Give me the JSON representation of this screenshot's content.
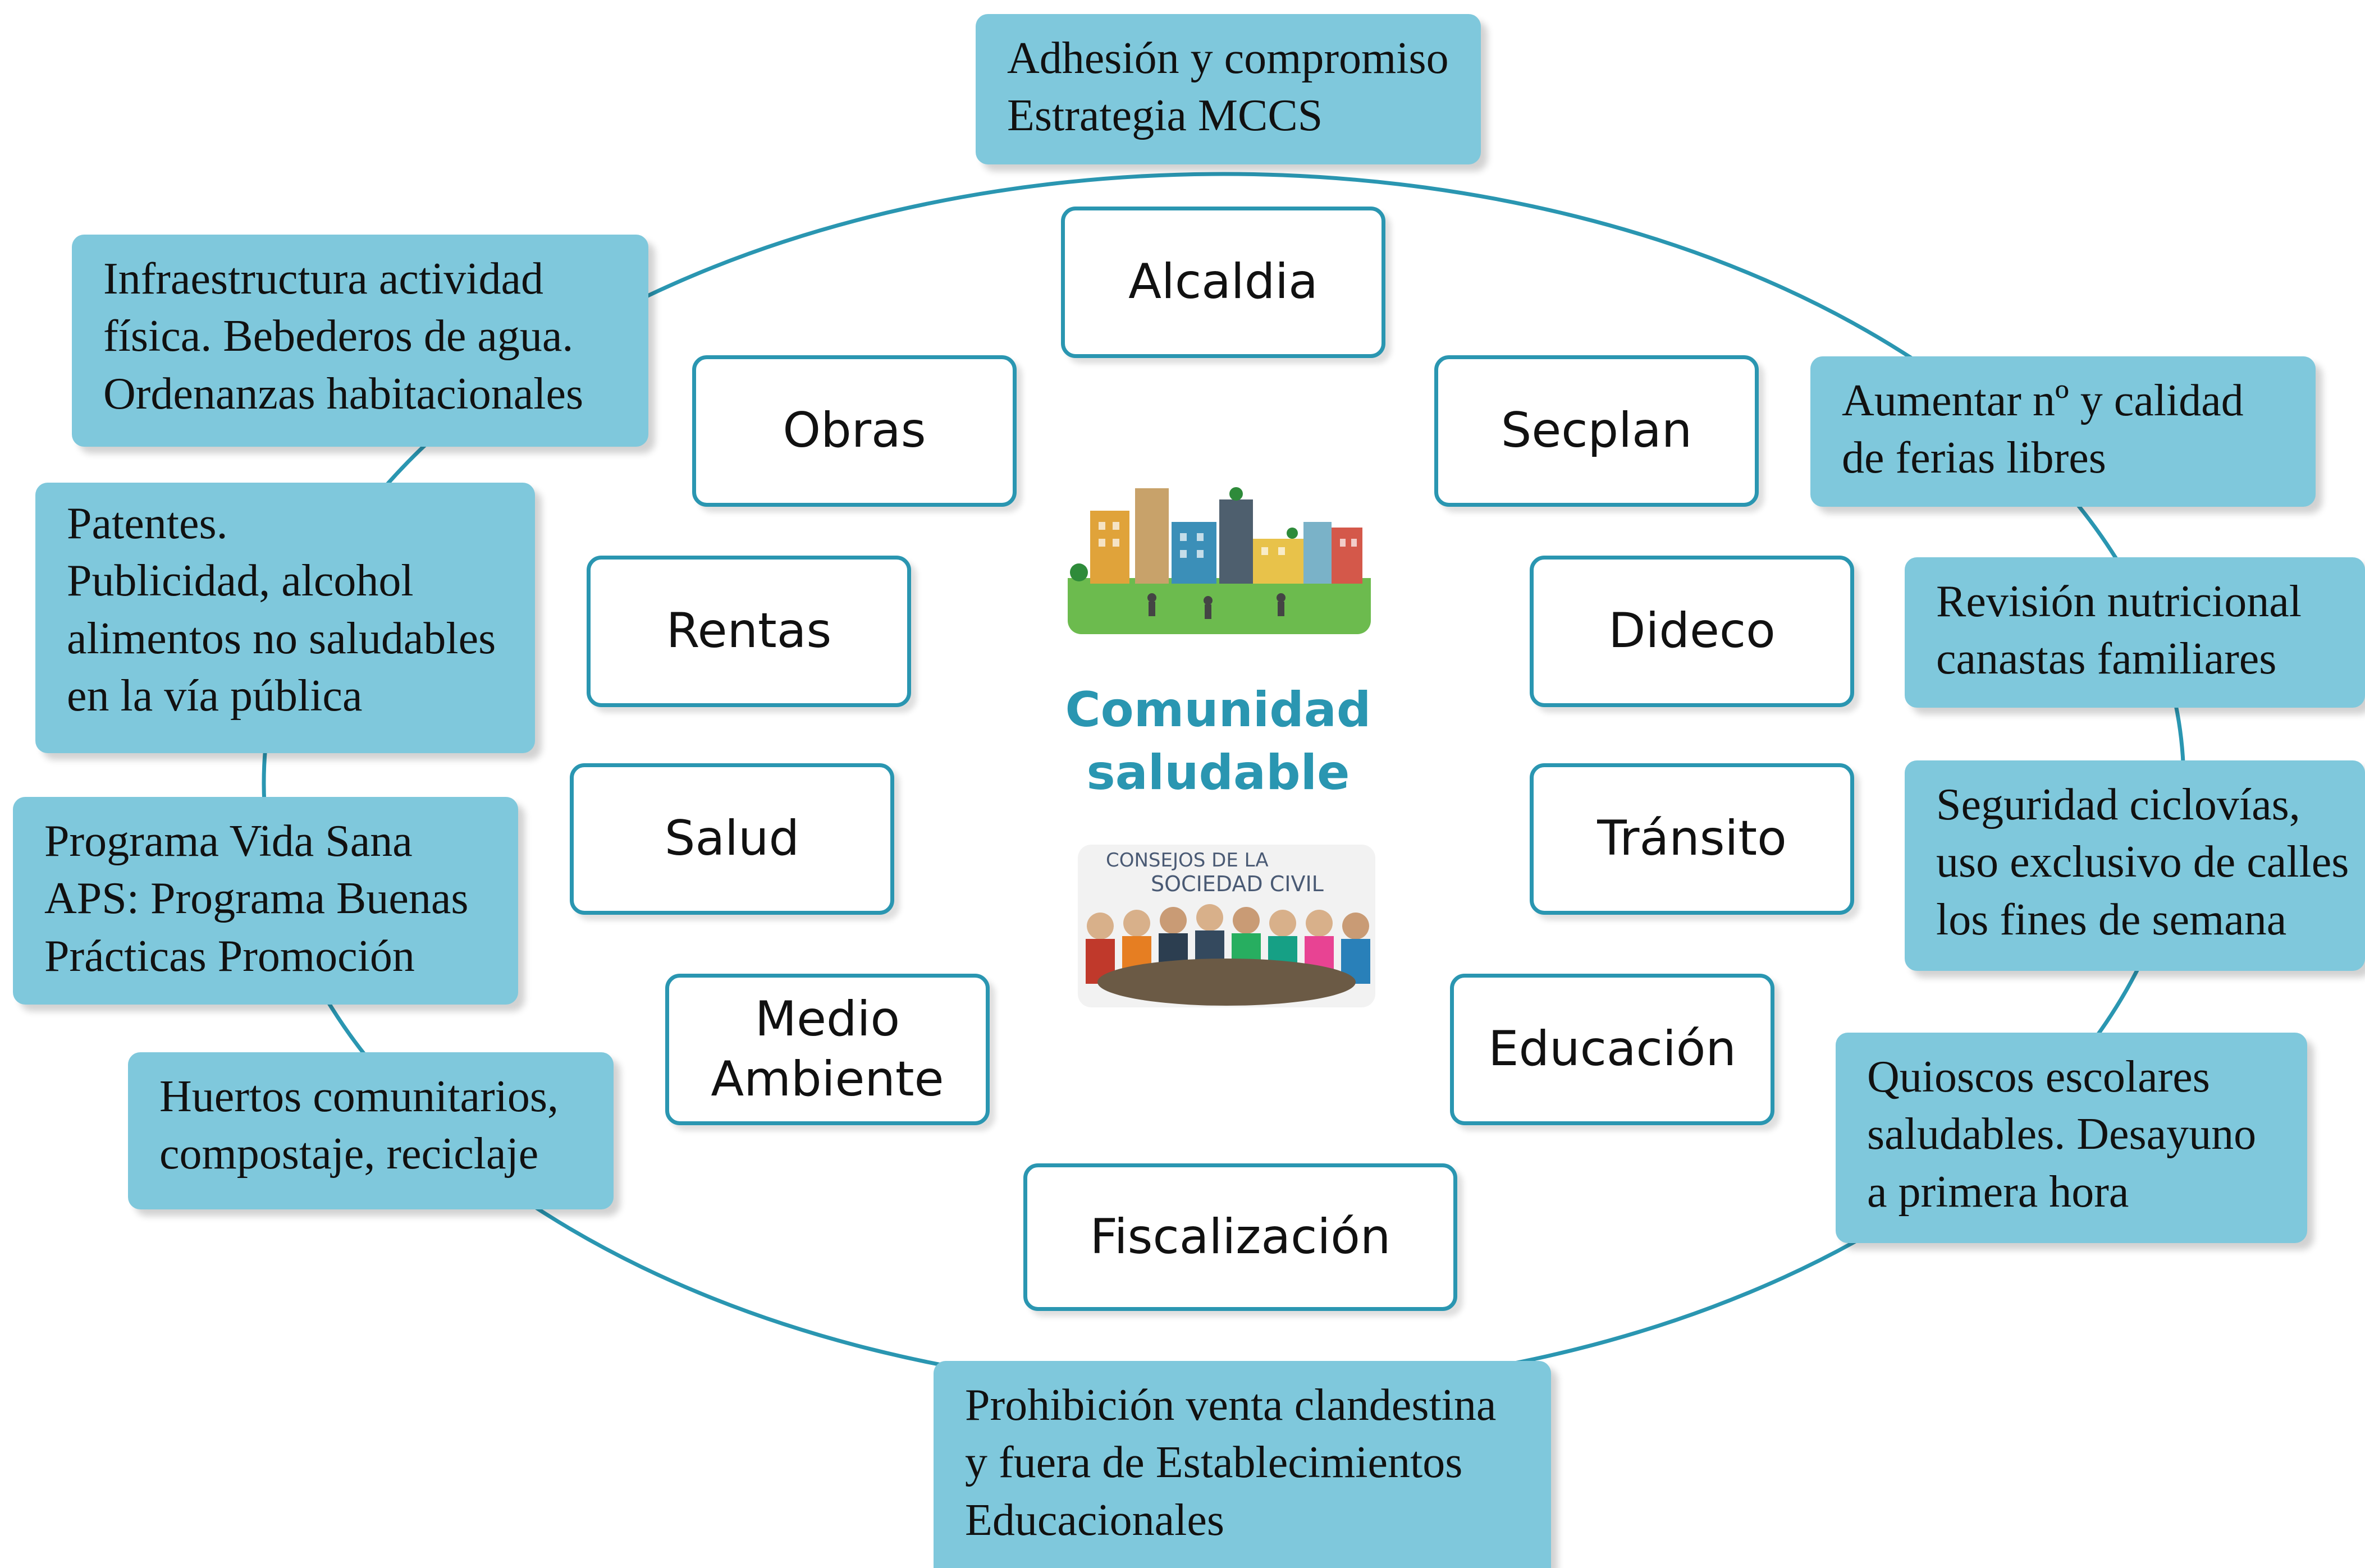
{
  "center": {
    "title_line1": "Comunidad",
    "title_line2": "saludable"
  },
  "council_logo": {
    "line1": "CONSEJOS DE LA",
    "line2": "SOCIEDAD CIVIL"
  },
  "nodes": {
    "alcaldia": "Alcaldia",
    "secplan": "Secplan",
    "dideco": "Dideco",
    "transito": "Tránsito",
    "educacion": "Educación",
    "fiscalizacion": "Fiscalización",
    "medio_ambiente_1": "Medio",
    "medio_ambiente_2": "Ambiente",
    "salud": "Salud",
    "rentas": "Rentas",
    "obras": "Obras"
  },
  "notes": {
    "alcaldia": [
      "Adhesión y compromiso",
      "Estrategia MCCS"
    ],
    "secplan": [
      "Aumentar nº y calidad",
      "de ferias libres"
    ],
    "dideco": [
      "Revisión nutricional",
      "canastas familiares"
    ],
    "transito": [
      "Seguridad ciclovías,",
      "uso exclusivo de calles",
      "los fines de semana"
    ],
    "educacion": [
      "Quioscos escolares",
      "saludables. Desayuno",
      "a primera hora"
    ],
    "fiscalizacion": [
      "Prohibición venta clandestina",
      "y fuera de Establecimientos",
      "Educacionales"
    ],
    "medio_ambiente": [
      "Huertos comunitarios,",
      "compostaje, reciclaje"
    ],
    "salud": [
      "Programa Vida Sana",
      "APS: Programa Buenas",
      "Prácticas Promoción"
    ],
    "rentas": [
      "Patentes.",
      "Publicidad, alcohol",
      "alimentos no saludables",
      "en la vía pública"
    ],
    "obras": [
      "Infraestructura actividad",
      "física. Bebederos de agua.",
      "Ordenanzas habitacionales"
    ]
  },
  "colors": {
    "accent": "#2a96b1",
    "note_fill": "#7fc8dc"
  }
}
